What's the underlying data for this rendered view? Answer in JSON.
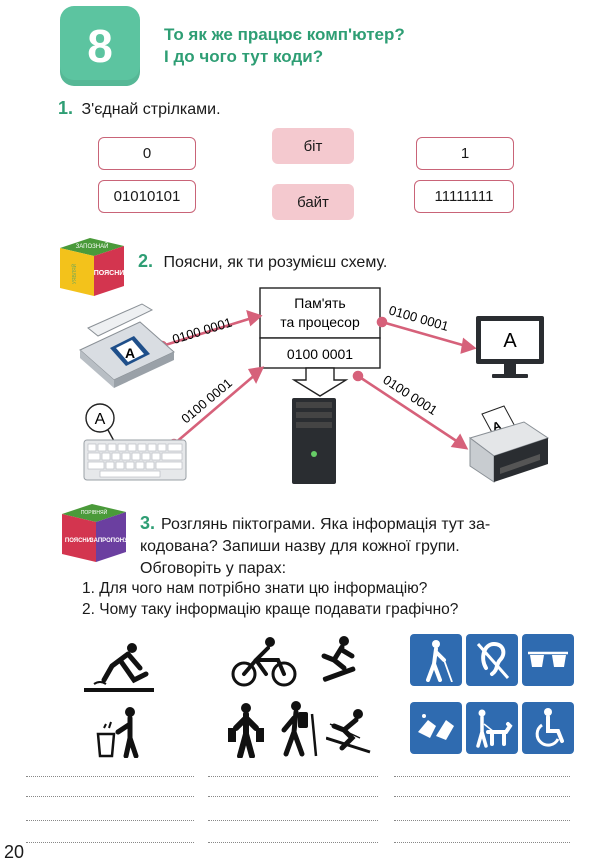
{
  "lesson": {
    "number": "8",
    "title_line1": "То як же працює комп'ютер?",
    "title_line2": "І до чого тут коди?"
  },
  "task1": {
    "number": "1.",
    "text": "З'єднай стрілками.",
    "left_boxes": [
      "0",
      "01010101"
    ],
    "middle_boxes": [
      "біт",
      "байт"
    ],
    "right_boxes": [
      "1",
      "11111111"
    ]
  },
  "task2": {
    "number": "2.",
    "text": "Поясни, як ти розумієш схему.",
    "cube_labels": [
      "ЗАПОЗНАЙ",
      "ПОЯСНИ",
      "УЯВЛЯЙ"
    ],
    "memory_label_line1": "Пам'ять",
    "memory_label_line2": "та процесор",
    "memory_code": "0100 0001",
    "arrow_codes": [
      "0100 0001",
      "0100 0001",
      "0100 0001",
      "0100 0001"
    ],
    "scanner_letter": "A",
    "keyboard_letter": "A",
    "monitor_letter": "A",
    "printer_letter": "A"
  },
  "task3": {
    "number": "3.",
    "text_line1": "Розглянь піктограми. Яка інформація тут за-",
    "text_line2": "кодована? Запиши назву для кожної групи.",
    "text_line3": "Обговоріть у парах:",
    "cube_labels": [
      "ПОЯСНИ",
      "ЗАПРОПОНУЙ",
      "ПОРІВНЯЙ"
    ],
    "questions": [
      "1. Для чого нам потрібно знати цю інформацію?",
      "2. Чому таку інформацію краще подавати графічно?"
    ]
  },
  "icons": {
    "group1": [
      "slip-icon",
      "trash-icon"
    ],
    "group2": [
      "cyclist-icon",
      "snowboard-icon",
      "walker-icon",
      "hiker-icon",
      "skier-icon"
    ],
    "group3": [
      "blind-icon",
      "deaf-icon",
      "glasses-icon",
      "sign-language-icon",
      "guide-dog-icon",
      "wheelchair-icon"
    ]
  },
  "colors": {
    "accent_green": "#5cc4a0",
    "title_green": "#2e9e74",
    "pink_border": "#c96478",
    "pink_fill": "#f4c9cf",
    "arrow_pink": "#d6617a",
    "sign_blue": "#2f6bb0"
  },
  "page_number": "20"
}
